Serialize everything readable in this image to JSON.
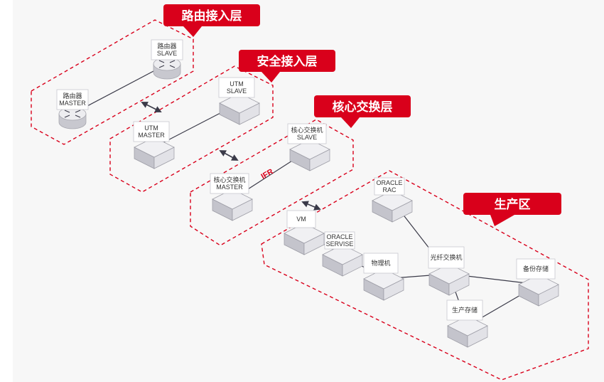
{
  "colors": {
    "accent": "#d9001b",
    "background": "#f7f7f7",
    "link": "#3a3a48",
    "device_top": "#f0f0f3",
    "device_left": "#c4c4cc",
    "device_right": "#e2e2e7"
  },
  "zones": [
    {
      "id": "routing",
      "title": "路由接入层"
    },
    {
      "id": "security",
      "title": "安全接入层"
    },
    {
      "id": "core",
      "title": "核心交换层"
    },
    {
      "id": "production",
      "title": "生产区"
    }
  ],
  "devices": [
    {
      "id": "r-master",
      "zone": "routing",
      "type": "router",
      "label": [
        "路由器",
        "MASTER"
      ]
    },
    {
      "id": "r-slave",
      "zone": "routing",
      "type": "router",
      "label": [
        "路由器",
        "SLAVE"
      ]
    },
    {
      "id": "utm-master",
      "zone": "security",
      "type": "switch",
      "label": [
        "UTM",
        "MASTER"
      ]
    },
    {
      "id": "utm-slave",
      "zone": "security",
      "type": "switch",
      "label": [
        "UTM",
        "SLAVE"
      ]
    },
    {
      "id": "core-master",
      "zone": "core",
      "type": "switch",
      "label": [
        "核心交换机",
        "MASTER"
      ]
    },
    {
      "id": "core-slave",
      "zone": "core",
      "type": "switch",
      "label": [
        "核心交换机",
        "SLAVE"
      ]
    },
    {
      "id": "vm",
      "zone": "production",
      "type": "switch",
      "label": [
        "VM"
      ]
    },
    {
      "id": "oracle-servise",
      "zone": "production",
      "type": "switch",
      "label": [
        "ORACLE",
        "SERVISE"
      ]
    },
    {
      "id": "physical",
      "zone": "production",
      "type": "switch",
      "label": [
        "物理机"
      ]
    },
    {
      "id": "oracle-rac",
      "zone": "production",
      "type": "switch",
      "label": [
        "ORACLE",
        "RAC"
      ]
    },
    {
      "id": "fc-switch",
      "zone": "production",
      "type": "switch",
      "label": [
        "光纤交换机"
      ]
    },
    {
      "id": "prod-storage",
      "zone": "production",
      "type": "switch",
      "label": [
        "生产存储"
      ]
    },
    {
      "id": "backup-storage",
      "zone": "production",
      "type": "switch",
      "label": [
        "备份存储"
      ]
    }
  ],
  "links": [
    {
      "from": "r-master",
      "to": "r-slave"
    },
    {
      "from": "utm-master",
      "to": "utm-slave"
    },
    {
      "from": "core-master",
      "to": "core-slave",
      "label": "IFR"
    },
    {
      "from": "vm",
      "to": "oracle-servise"
    },
    {
      "from": "oracle-servise",
      "to": "physical"
    },
    {
      "from": "physical",
      "to": "fc-switch"
    },
    {
      "from": "oracle-rac",
      "to": "fc-switch"
    },
    {
      "from": "fc-switch",
      "to": "backup-storage"
    },
    {
      "from": "fc-switch",
      "to": "prod-storage"
    },
    {
      "from": "prod-storage",
      "to": "backup-storage"
    }
  ],
  "inter_zone_arrows": [
    {
      "between": [
        "routing",
        "security"
      ]
    },
    {
      "between": [
        "security",
        "core"
      ]
    },
    {
      "between": [
        "core",
        "production"
      ]
    }
  ]
}
